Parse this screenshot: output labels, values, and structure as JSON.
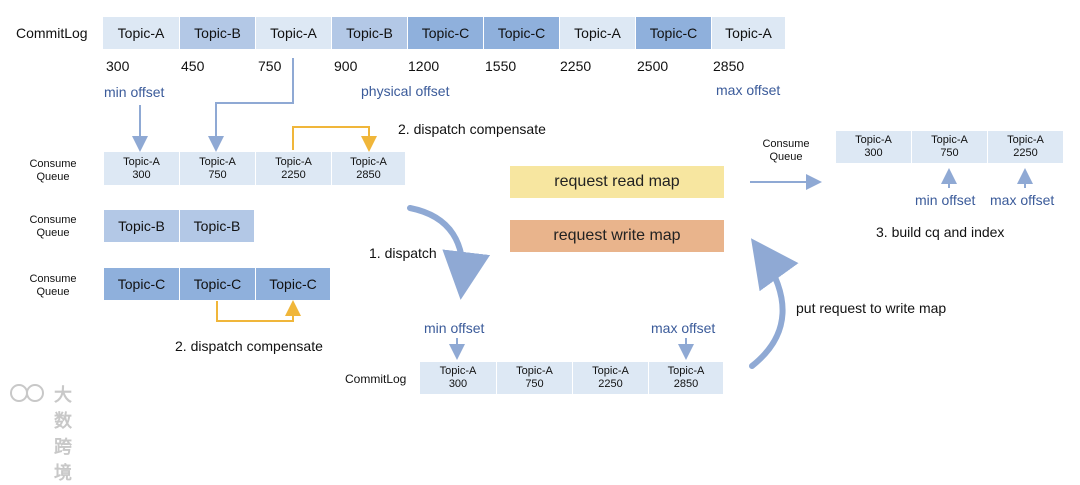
{
  "commitlog_top": {
    "label": "CommitLog",
    "cells": [
      "Topic-A",
      "Topic-B",
      "Topic-A",
      "Topic-B",
      "Topic-C",
      "Topic-C",
      "Topic-A",
      "Topic-C",
      "Topic-A"
    ],
    "offsets": [
      "300",
      "450",
      "750",
      "900",
      "1200",
      "1550",
      "2250",
      "2500",
      "2850"
    ],
    "min_offset": "min offset",
    "physical_offset": "physical offset",
    "max_offset": "max offset"
  },
  "consume_queue_label": "Consume Queue",
  "queue_a": [
    {
      "topic": "Topic-A",
      "offset": "300"
    },
    {
      "topic": "Topic-A",
      "offset": "750"
    },
    {
      "topic": "Topic-A",
      "offset": "2250"
    },
    {
      "topic": "Topic-A",
      "offset": "2850"
    }
  ],
  "queue_b": [
    "Topic-B",
    "Topic-B"
  ],
  "queue_c": [
    "Topic-C",
    "Topic-C",
    "Topic-C"
  ],
  "dispatch_compensate_top": "2. dispatch compensate",
  "dispatch_compensate_bottom": "2. dispatch compensate",
  "dispatch": "1. dispatch",
  "request_read_map": "request read map",
  "request_write_map": "request write map",
  "put_request": "put request to write map",
  "right_queue": {
    "label": "Consume Queue",
    "cells": [
      {
        "topic": "Topic-A",
        "offset": "300"
      },
      {
        "topic": "Topic-A",
        "offset": "750"
      },
      {
        "topic": "Topic-A",
        "offset": "2250"
      }
    ],
    "min_offset": "min offset",
    "max_offset": "max offset",
    "caption": "3. build cq and index"
  },
  "commitlog_bottom": {
    "label": "CommitLog",
    "cells": [
      {
        "topic": "Topic-A",
        "offset": "300"
      },
      {
        "topic": "Topic-A",
        "offset": "750"
      },
      {
        "topic": "Topic-A",
        "offset": "2250"
      },
      {
        "topic": "Topic-A",
        "offset": "2850"
      }
    ],
    "min_offset": "min offset",
    "max_offset": "max offset"
  },
  "watermark": "大数跨境",
  "colors": {
    "light_blue": "#dde8f4",
    "mid_blue": "#b3c8e6",
    "dark_blue": "#8fb0dc",
    "read_map": "#f7e6a0",
    "write_map": "#e9b48c",
    "arrow_blue": "#8fa9d4",
    "arrow_orange": "#f0b63a"
  }
}
